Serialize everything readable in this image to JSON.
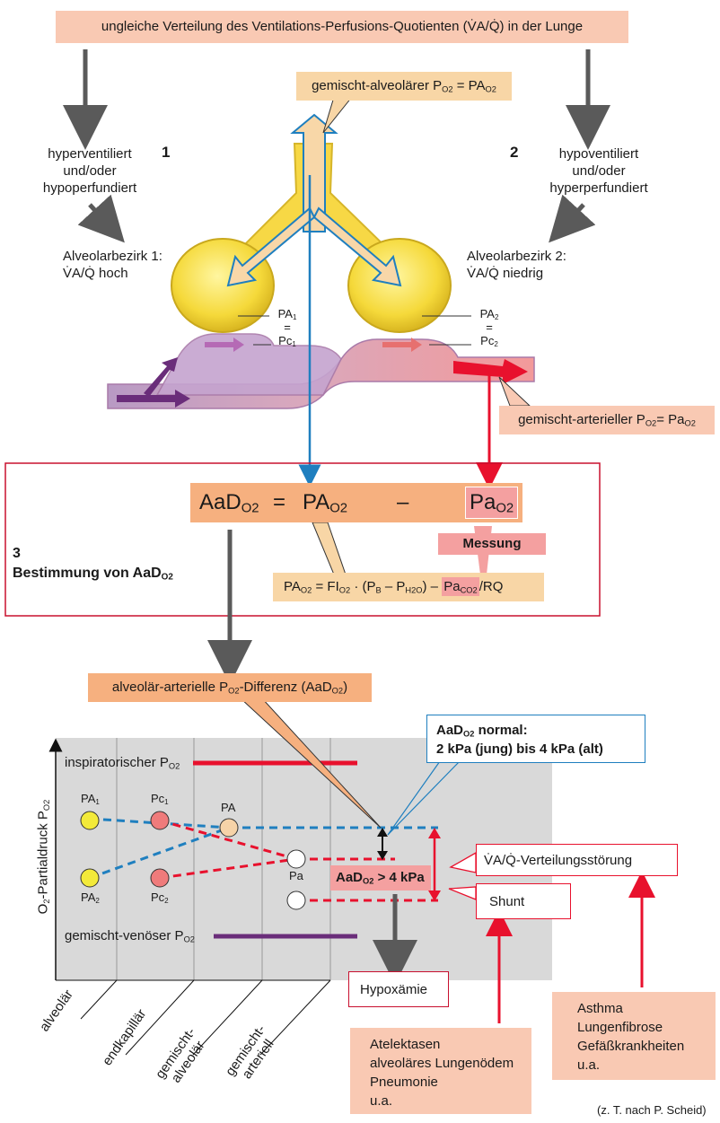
{
  "top": {
    "title_prefix": "ungleiche Verteilung des Ventilations-Perfusions-Quotienten (",
    "ratio": "V̇A/Q̇",
    "title_suffix": ") in der Lunge"
  },
  "mixed_alveolar": {
    "text": "gemischt-alveolärer P",
    "sub1": "O2",
    "eq": " = PA",
    "sub2": "O2"
  },
  "left": {
    "number": "1",
    "line1": "hyperventiliert",
    "line2": "und/oder",
    "line3": "hypoperfundiert",
    "area_title": "Alveolarbezirk 1:",
    "area_value": "V̇A/Q̇ hoch",
    "pa": "PA",
    "pa_sub": "1",
    "eq": "=",
    "pc": "Pc",
    "pc_sub": "1"
  },
  "right": {
    "number": "2",
    "line1": "hypoventiliert",
    "line2": "und/oder",
    "line3": "hyperperfundiert",
    "area_title": "Alveolarbezirk 2:",
    "area_value": "V̇A/Q̇ niedrig",
    "pa": "PA",
    "pa_sub": "2",
    "eq": "=",
    "pc": "Pc",
    "pc_sub": "2"
  },
  "mixed_arterial": {
    "text": "gemischt-arterieller P",
    "sub1": "O2",
    "eq": "= Pa",
    "sub2": "O2"
  },
  "section3": {
    "number": "3",
    "title": "Bestimmung von AaD",
    "title_sub": "O2",
    "eq_lhs": "AaD",
    "eq_lhs_sub": "O2",
    "eq_sign": "=",
    "eq_pa": "PA",
    "eq_pa_sub": "O2",
    "eq_minus": "–",
    "eq_art": "Pa",
    "eq_art_sub": "O2",
    "measure": "Messung",
    "formula_a": "PA",
    "formula_a_sub": "O2",
    "formula_b": " = FI",
    "formula_b_sub": "O2",
    "formula_c": " · (P",
    "formula_c_sub": "B",
    "formula_d": " – P",
    "formula_d_sub": "H2O",
    "formula_e": ") – ",
    "formula_f": "Pa",
    "formula_f_sub": "CO2",
    "formula_g": "/RQ"
  },
  "aad_label": {
    "text": "alveolär-arterielle P",
    "sub": "O2",
    "text2": "-Differenz (AaD",
    "sub2": "O2",
    "text3": ")"
  },
  "normal_box": {
    "title": "AaD",
    "title_sub": "O2",
    "title2": " normal:",
    "line2": "2 kPa (jung) bis 4 kPa (alt)"
  },
  "plot": {
    "ylabel": "O",
    "ylabel_sub": "2",
    "ylabel2": "-Partialdruck P",
    "ylabel_sub2": "O2",
    "inspiratory": "inspiratorischer P",
    "inspiratory_sub": "O2",
    "venous": "gemischt-venöser P",
    "venous_sub": "O2",
    "pa1": "PA",
    "pa1_sub": "1",
    "pa2": "PA",
    "pa2_sub": "2",
    "pc1": "Pc",
    "pc1_sub": "1",
    "pc2": "Pc",
    "pc2_sub": "2",
    "pa_mix": "PA",
    "pa_art": "Pa",
    "aad_high": "AaD",
    "aad_high_sub": "O2",
    "aad_high2": " > 4 kPa",
    "x_categories": [
      "alveolär",
      "endkapillär",
      "gemischt-\nalveolär",
      "gemischt-\narteriell"
    ]
  },
  "va_q_box": "V̇A/Q̇-Verteilungsstörung",
  "shunt_box": "Shunt",
  "hypox_box": "Hypoxämie",
  "causes_shunt": [
    "Atelektasen",
    "alveoläres Lungenödem",
    "Pneumonie",
    "u.a."
  ],
  "causes_vaq": [
    "Asthma",
    "Lungenfibrose",
    "Gefäßkrankheiten",
    "u.a."
  ],
  "credit": "(z. T. nach P. Scheid)",
  "colors": {
    "blue": "#1f7fbf",
    "red": "#e8112d",
    "grey": "#5a5a5a",
    "plot_bg": "#d9d9d9",
    "purple": "#6a2d7a"
  }
}
